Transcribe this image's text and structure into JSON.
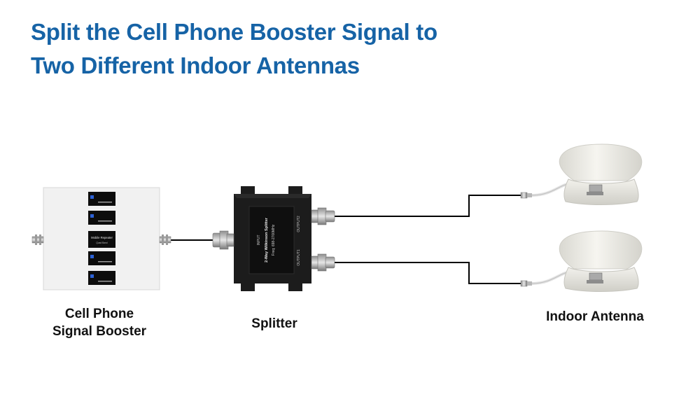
{
  "title": {
    "line1": "Split the Cell Phone Booster Signal to",
    "line2": "Two Different Indoor Antennas"
  },
  "components": {
    "booster": {
      "line1": "Cell Phone",
      "line2": "Signal Booster"
    },
    "splitter": {
      "label": "Splitter"
    },
    "antenna": {
      "label": "Indoor Antenna"
    }
  },
  "splitter_markings": {
    "input": "INPUT",
    "model": "2-Way Wilkinson Splitter",
    "freq": "Freq: 698-2700MHz",
    "output1": "OUTPUT1",
    "output2": "OUTPUT2"
  },
  "booster_panel": {
    "center_label": "Mobile Repeater",
    "center_sub": "Quad Band"
  },
  "colors": {
    "title": "#1663a6",
    "label_text": "#111111",
    "cable": "#000000",
    "splitter_body": "#1c1c1c",
    "booster_body": "#f1f1f1",
    "antenna_body": "#ecebe6"
  }
}
